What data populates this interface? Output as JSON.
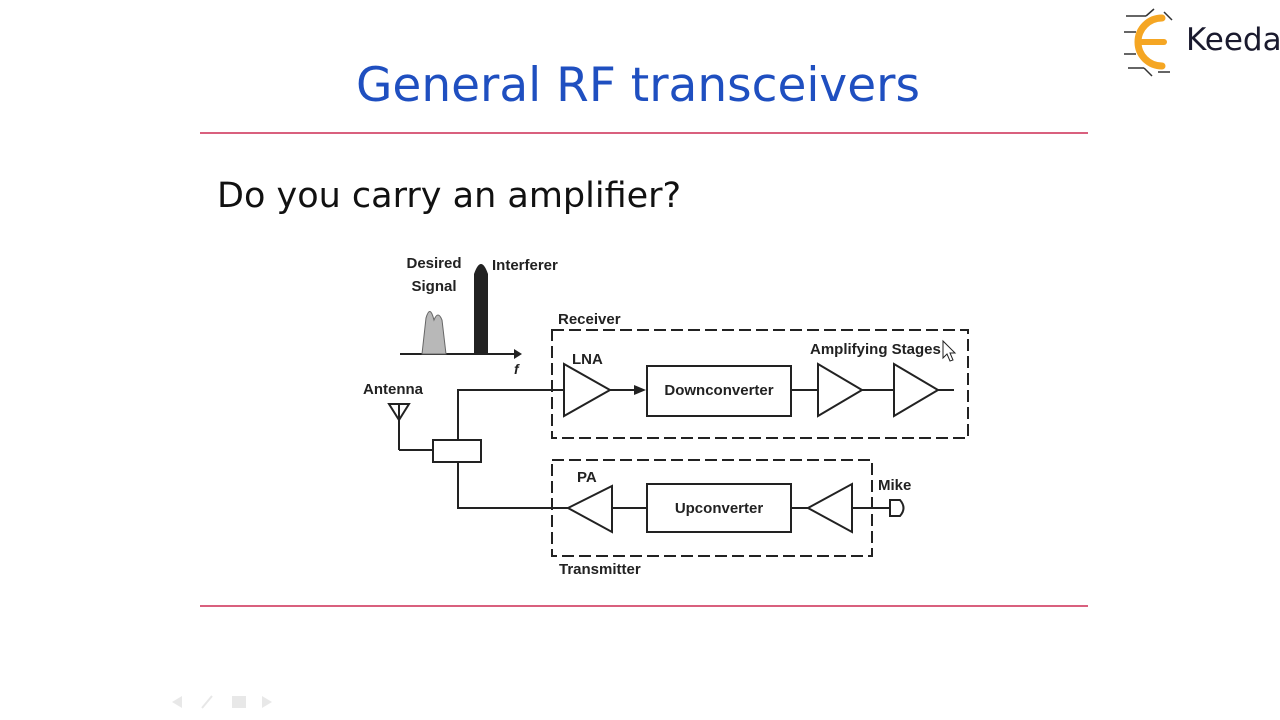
{
  "slide": {
    "title": "General RF transceivers",
    "question": "Do you carry an amplifier?"
  },
  "logo": {
    "text": "Keeda",
    "letter": "E",
    "accent_color": "#f5a623"
  },
  "diagram": {
    "labels": {
      "desired_signal_line1": "Desired",
      "desired_signal_line2": "Signal",
      "interferer": "Interferer",
      "frequency_axis": "f",
      "receiver": "Receiver",
      "lna": "LNA",
      "downconverter": "Downconverter",
      "amplifying_stages": "Amplifying Stages",
      "antenna": "Antenna",
      "pa": "PA",
      "upconverter": "Upconverter",
      "mike": "Mike",
      "transmitter": "Transmitter"
    }
  },
  "colors": {
    "title": "#1f4fc0",
    "rule": "#d9607e"
  }
}
